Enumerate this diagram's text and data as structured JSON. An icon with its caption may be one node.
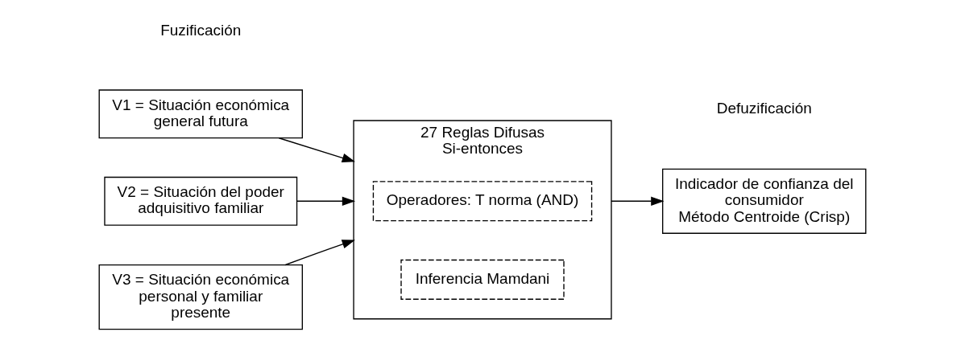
{
  "diagram": {
    "nodes": [
      {
        "text": [
          "V1 = Situación económica general futura"
        ]
      },
      {
        "text": [
          "V2 = Situación del poder adquisitivo familiar"
        ]
      },
      {
        "text": [
          "V3 = Situación económica personal y familiar presente"
        ]
      },
      {
        "text": [
          "27 Reglas Difusas Si-entonces"
        ]
      },
      {
        "text": [
          "Operadores: T norma (AND)"
        ],
        "in": 3
      },
      {
        "text": [
          "Inferencia Mamdani"
        ],
        "in": 3
      },
      {
        "text": [
          "Indicador de confianza del consumidor",
          "Método Centroide (Crisp)"
        ]
      }
    ],
    "edges": [
      {
        "from": 0,
        "to": 3,
        "arrow": "to"
      },
      {
        "from": 1,
        "to": 3,
        "arrow": "to"
      },
      {
        "from": 2,
        "to": 3,
        "arrow": "to"
      },
      {
        "from": 3,
        "to": 6,
        "arrow": "to"
      }
    ],
    "labels": [
      "Fuzificación",
      "Defuzificación"
    ]
  }
}
